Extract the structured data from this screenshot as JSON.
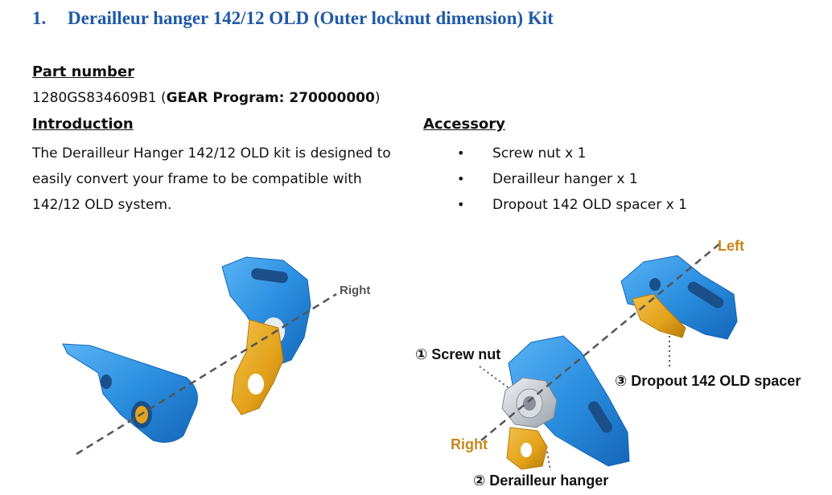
{
  "title": {
    "number": "1.",
    "text": "Derailleur hanger 142/12 OLD (Outer locknut dimension) Kit"
  },
  "part_number": {
    "heading": "Part number",
    "code": "1280GS834609B1",
    "paren_open": " (",
    "program_label": "GEAR Program: 270000000",
    "paren_close": ")"
  },
  "introduction": {
    "heading": "Introduction",
    "lines": [
      "The Derailleur Hanger 142/12 OLD kit is designed to",
      "easily convert your frame to be compatible with",
      "142/12 OLD system."
    ]
  },
  "accessory": {
    "heading": "Accessory",
    "bullet": "•",
    "items": [
      "Screw nut x 1",
      "Derailleur hanger x 1",
      "Dropout 142 OLD spacer x 1"
    ]
  },
  "figure": {
    "left_label_right": "Right",
    "callout_screw_nut": "① Screw nut",
    "callout_hanger": "② Derailleur hanger",
    "callout_spacer": "③ Dropout 142 OLD spacer",
    "label_left": "Left",
    "label_right": "Right",
    "colors": {
      "blue": "#2b8fe0",
      "blue_dark": "#1a6cc0",
      "orange": "#e3a21a",
      "orange_dark": "#b57a0c",
      "silver": "#c8ccd2"
    }
  }
}
